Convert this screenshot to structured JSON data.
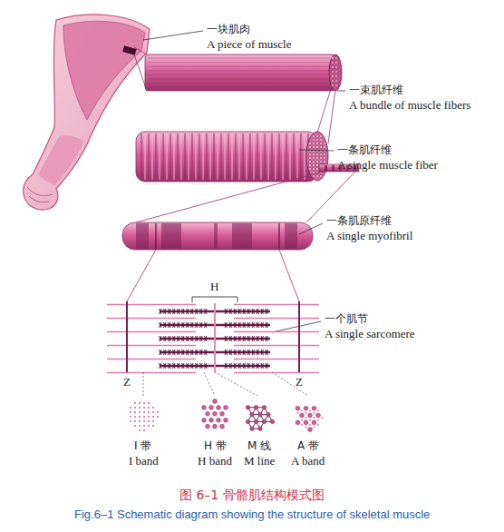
{
  "diagram": {
    "caption": "图 6–1 骨骼肌结构模式图",
    "labels": [
      "一块肌肉",
      "A piece of muscle",
      "一束肌纤维",
      "A bundle of muscle fibers",
      "一条肌纤维",
      "A single muscle fiber",
      "一条肌原纤维",
      "A single myofibril",
      "H",
      "一个肌节",
      "A single sarcomere",
      "Z",
      "Z",
      "I 带",
      "I band",
      "H 带",
      "H band",
      "M 线",
      "M line",
      "A 带",
      "A band",
      "Fig.6–1 Schematic diagram showing the structure of skeletal muscle"
    ]
  }
}
